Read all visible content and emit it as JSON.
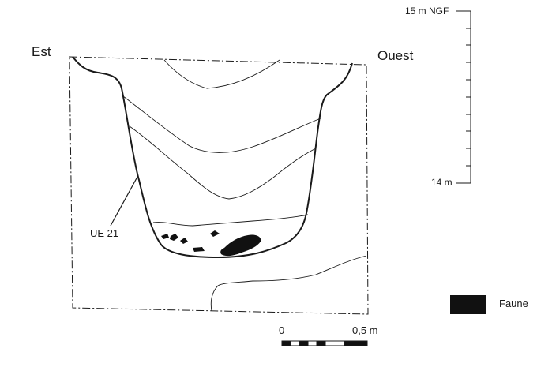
{
  "labels": {
    "east": "Est",
    "west": "Ouest",
    "unit": "UE 21",
    "legend": "Faune"
  },
  "elevation_scale": {
    "top": "15 m NGF",
    "bottom": "14 m"
  },
  "bar_scale": {
    "start": "0",
    "end": "0,5 m"
  },
  "colors": {
    "ink": "#1a1a1a",
    "fill": "#111111"
  }
}
